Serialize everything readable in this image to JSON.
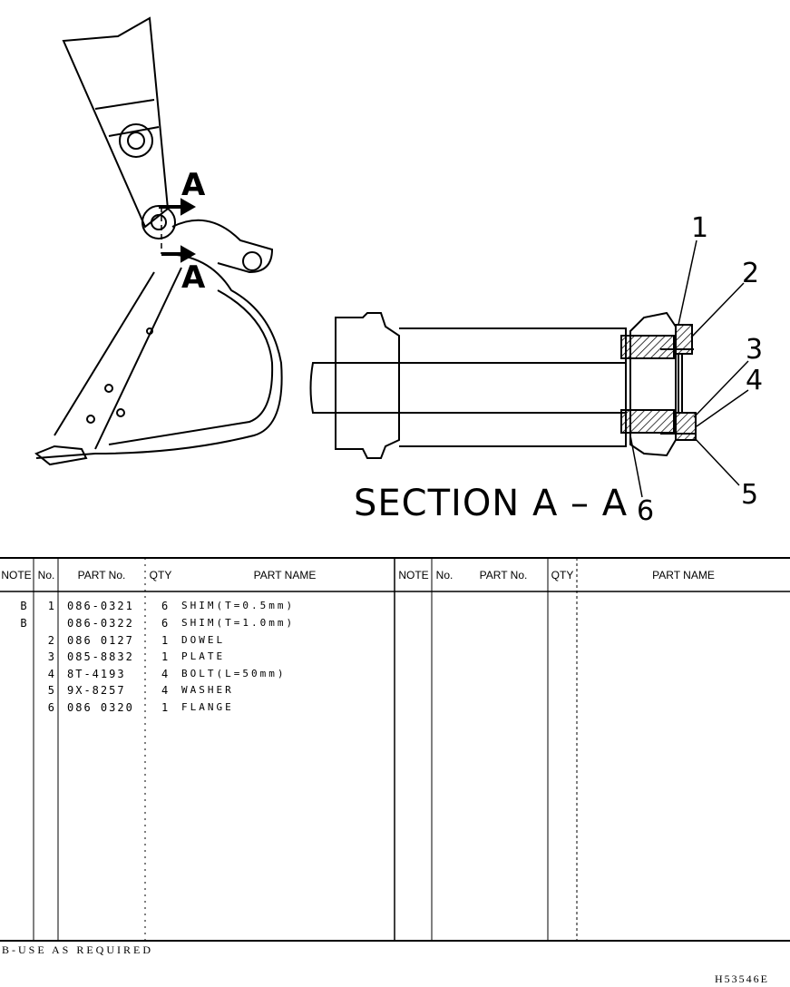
{
  "drawing": {
    "view_letter_top": "A",
    "view_letter_bottom": "A",
    "section_title": "SECTION A – A",
    "callouts": [
      "1",
      "2",
      "3",
      "4",
      "5",
      "6"
    ]
  },
  "table": {
    "headers_left": [
      "NOTE",
      "No.",
      "PART No.",
      "QTY",
      "PART NAME"
    ],
    "headers_right": [
      "NOTE",
      "No.",
      "PART No.",
      "QTY",
      "PART NAME"
    ],
    "rows": [
      {
        "note": "B",
        "no": "1",
        "part_no": "086-0321",
        "qty": "6",
        "part_name": "SHIM(T=0.5mm)"
      },
      {
        "note": "B",
        "no": "",
        "part_no": "086-0322",
        "qty": "6",
        "part_name": "SHIM(T=1.0mm)"
      },
      {
        "note": "",
        "no": "2",
        "part_no": "086 0127",
        "qty": "1",
        "part_name": "DOWEL"
      },
      {
        "note": "",
        "no": "3",
        "part_no": "085-8832",
        "qty": "1",
        "part_name": "PLATE"
      },
      {
        "note": "",
        "no": "4",
        "part_no": "8T-4193",
        "qty": "4",
        "part_name": "BOLT(L=50mm)"
      },
      {
        "note": "",
        "no": "5",
        "part_no": "9X-8257",
        "qty": "4",
        "part_name": "WASHER"
      },
      {
        "note": "",
        "no": "6",
        "part_no": "086 0320",
        "qty": "1",
        "part_name": "FLANGE"
      }
    ]
  },
  "footnote": "B-USE AS REQUIRED",
  "drawing_code": "H53546E"
}
